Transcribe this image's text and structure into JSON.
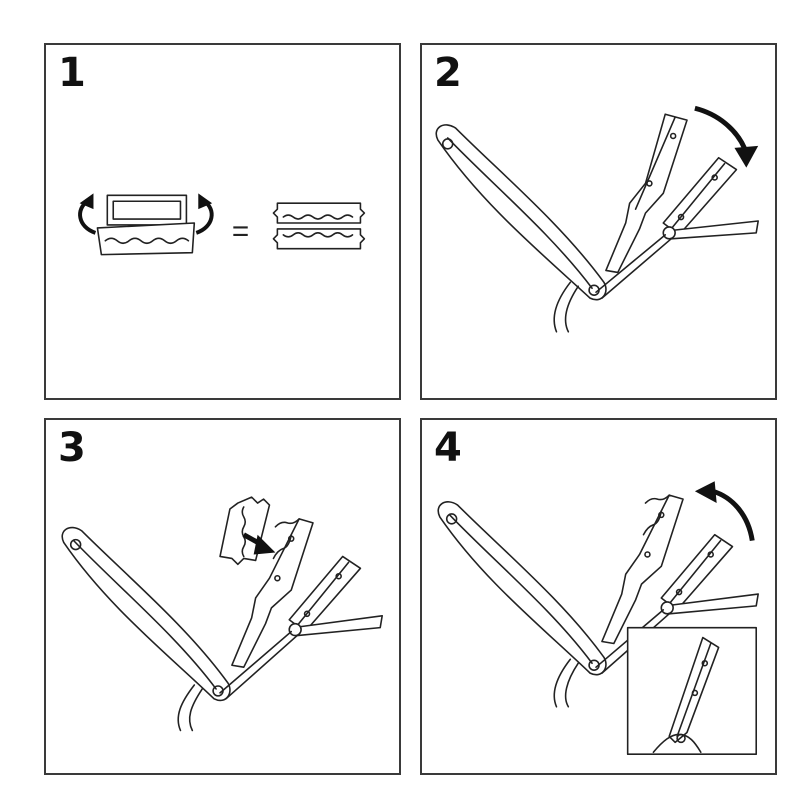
{
  "steps": [
    {
      "number": "1",
      "action": "split-blade"
    },
    {
      "number": "2",
      "action": "open-blade-holder"
    },
    {
      "number": "3",
      "action": "insert-blade"
    },
    {
      "number": "4",
      "action": "close-blade-holder"
    }
  ],
  "panel1": {
    "equals_sign": "="
  },
  "icons": [
    "rotate-left-arrow-icon",
    "rotate-right-arrow-icon",
    "curved-arrow-icon",
    "straight-arrow-icon"
  ],
  "colors": {
    "line": "#222222",
    "background": "#ffffff",
    "arrow": "#111111"
  }
}
